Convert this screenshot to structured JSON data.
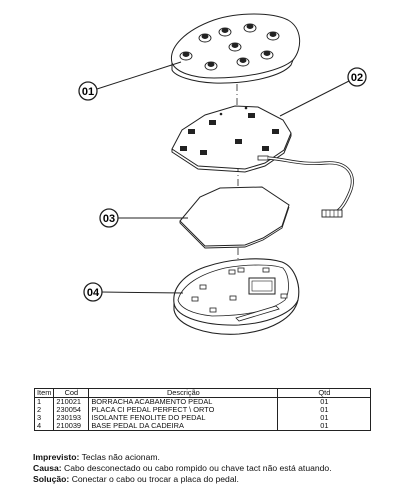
{
  "callouts": [
    "01",
    "02",
    "03",
    "04"
  ],
  "table": {
    "headers": [
      "Item",
      "Cod",
      "Descrição",
      "Qtd"
    ],
    "rows": [
      [
        "1",
        "210021",
        "BORRACHA ACABAMENTO PEDAL",
        "01"
      ],
      [
        "2",
        "230054",
        "PLACA CI PEDAL PERFECT \\ ORTO",
        "01"
      ],
      [
        "3",
        "230193",
        "ISOLANTE FENOLITE DO PEDAL",
        "01"
      ],
      [
        "4",
        "210039",
        "BASE PEDAL DA CADEIRA",
        "01"
      ]
    ]
  },
  "notes": {
    "imprevisto_label": "Imprevisto:",
    "imprevisto_text": "Teclas não acionam.",
    "causa_label": "Causa:",
    "causa_text": "Cabo desconectado ou cabo rompido ou chave tact não está atuando.",
    "solucao_label": "Solução:",
    "solucao_text": "Conectar o cabo ou trocar a placa do pedal."
  }
}
